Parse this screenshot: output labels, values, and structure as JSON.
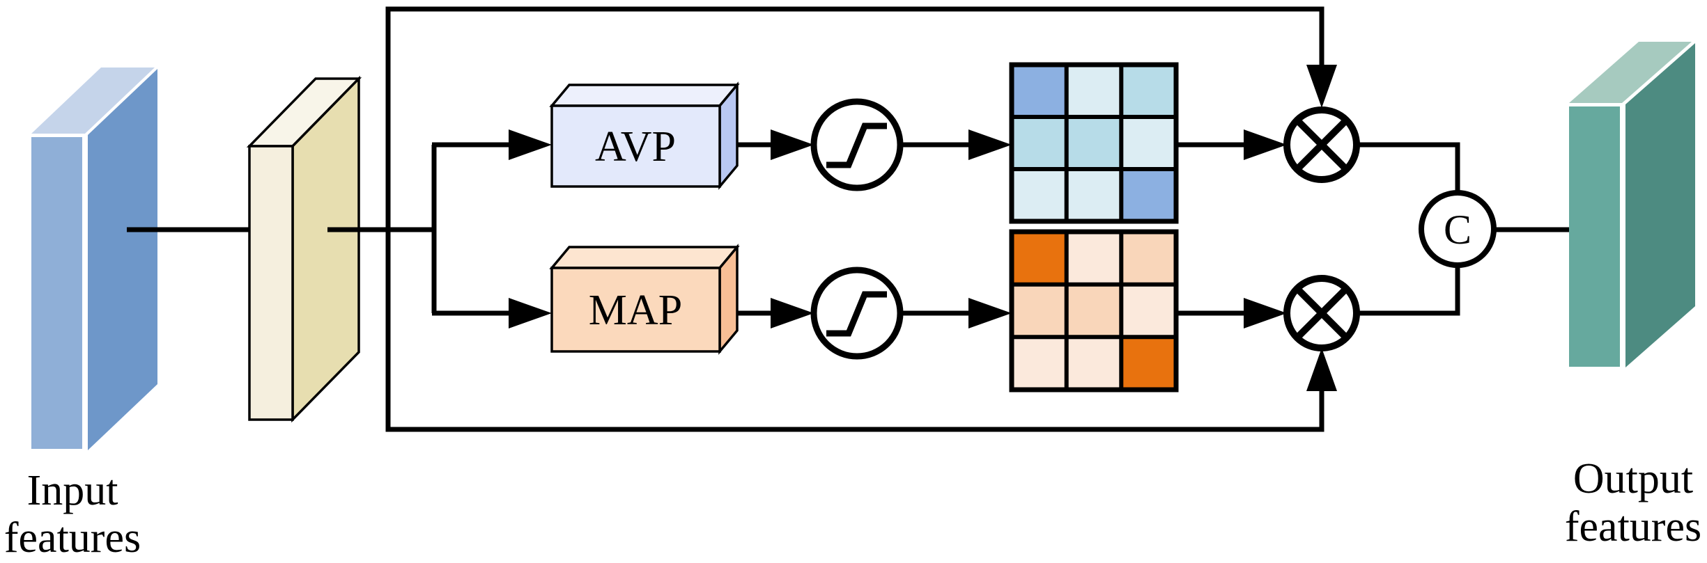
{
  "diagram": {
    "input_label": {
      "line1": "Input",
      "line2": "features"
    },
    "output_label": {
      "line1": "Output",
      "line2": "features"
    },
    "slabs": {
      "input": {
        "front": "#8FAFD7",
        "side": "#6E97C9",
        "top": "#C5D4EA"
      },
      "intermediate": {
        "front": "#F5EFDE",
        "side": "#E7DEB0",
        "top": "#F8F5E9"
      },
      "output": {
        "front": "#66A99E",
        "side": "#4D8B81",
        "top": "#A6CABF"
      }
    },
    "blocks": {
      "avp": {
        "label": "AVP",
        "front": "#E3E9FB",
        "top": "#EDF0FC",
        "side": "#B9C8F3"
      },
      "map": {
        "label": "MAP",
        "front": "#FBD9BC",
        "top": "#FDE5D0",
        "side": "#F8BF96"
      }
    },
    "operators": {
      "sigmoid_icon": "saturating-step-curve",
      "multiply_icon": "circled-cross",
      "concat": {
        "label": "C"
      }
    },
    "attention_grids": {
      "blue": {
        "cells": [
          "#8CB0E1",
          "#DCEDF3",
          "#B7DCE8",
          "#B7DCE8",
          "#B7DCE8",
          "#DCEDF3",
          "#DCEDF3",
          "#DCEDF3",
          "#8CB0E1"
        ]
      },
      "orange": {
        "cells": [
          "#E8720E",
          "#FBE9DC",
          "#F9D6BA",
          "#F9D6BA",
          "#F9D6BA",
          "#FBE9DC",
          "#FBE9DC",
          "#FBE9DC",
          "#E8720E"
        ]
      }
    },
    "line_color": "#000000"
  }
}
